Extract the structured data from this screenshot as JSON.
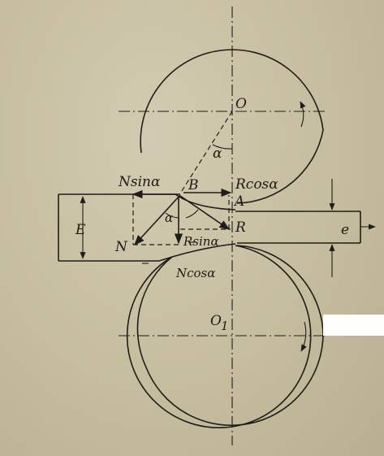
{
  "diagram": {
    "labels": {
      "O": "O",
      "O1": "O",
      "O1_sub": "1",
      "alpha_top": "α",
      "alpha_mid": "α",
      "N_sin_alpha": "Nsinα",
      "B": "B",
      "R_cos_alpha": "Rcosα",
      "A": "A",
      "E": "E",
      "R": "R",
      "e": "e",
      "N": "N",
      "R_sin_alpha": "Rsinα",
      "N_cos_alpha": "Ncosα"
    }
  }
}
